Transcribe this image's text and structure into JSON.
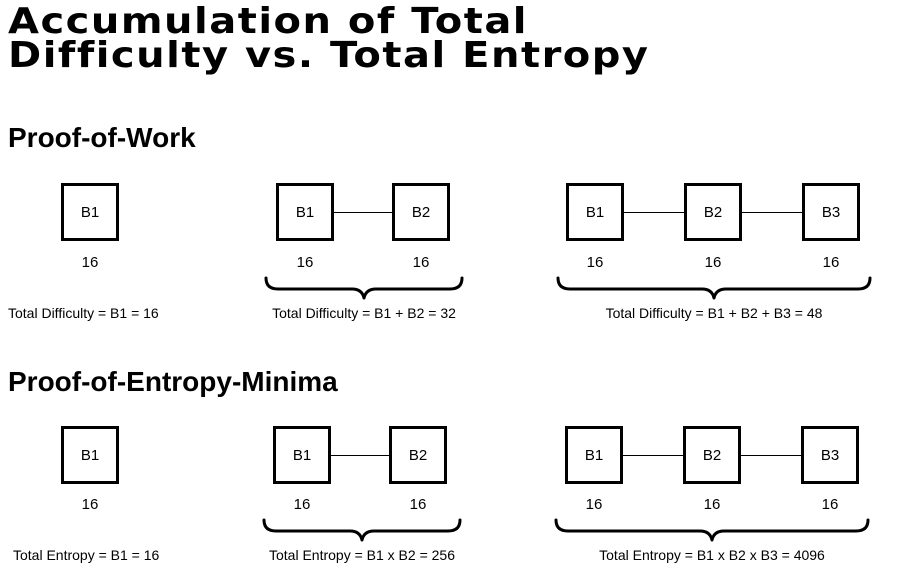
{
  "title": {
    "line1": "Accumulation of Total",
    "line2": "Difficulty vs. Total Entropy"
  },
  "sections": [
    {
      "heading": "Proof-of-Work",
      "groups": [
        {
          "blocks": [
            {
              "label": "B1",
              "value": "16"
            }
          ],
          "total": "Total Difficulty = B1 = 16"
        },
        {
          "blocks": [
            {
              "label": "B1",
              "value": "16"
            },
            {
              "label": "B2",
              "value": "16"
            }
          ],
          "total": "Total Difficulty = B1 + B2 = 32"
        },
        {
          "blocks": [
            {
              "label": "B1",
              "value": "16"
            },
            {
              "label": "B2",
              "value": "16"
            },
            {
              "label": "B3",
              "value": "16"
            }
          ],
          "total": "Total Difficulty = B1 + B2 + B3 = 48"
        }
      ]
    },
    {
      "heading": "Proof-of-Entropy-Minima",
      "groups": [
        {
          "blocks": [
            {
              "label": "B1",
              "value": "16"
            }
          ],
          "total": "Total Entropy = B1 = 16"
        },
        {
          "blocks": [
            {
              "label": "B1",
              "value": "16"
            },
            {
              "label": "B2",
              "value": "16"
            }
          ],
          "total": "Total Entropy = B1 x B2 = 256"
        },
        {
          "blocks": [
            {
              "label": "B1",
              "value": "16"
            },
            {
              "label": "B2",
              "value": "16"
            },
            {
              "label": "B3",
              "value": "16"
            }
          ],
          "total": "Total Entropy = B1 x B2 x B3 = 4096"
        }
      ]
    }
  ]
}
